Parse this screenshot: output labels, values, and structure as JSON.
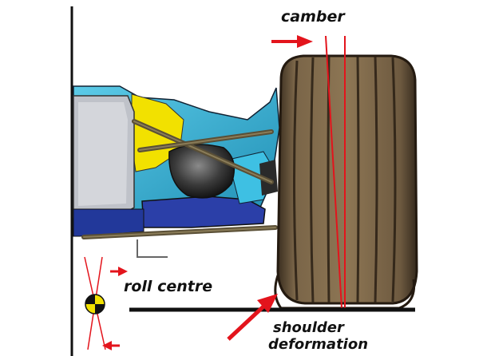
{
  "labels": {
    "camber": "camber",
    "roll_centre": "roll centre",
    "shoulder_line1": "shoulder",
    "shoulder_line2": "deformation"
  },
  "colors": {
    "arrow": "#e3141c",
    "tyre_rubber": "#5c4a34",
    "tyre_dark": "#2f2418",
    "chassis_blue": "#2b3fa8",
    "chassis_cyan": "#2fb3d8",
    "chassis_yellow": "#f2e100",
    "chassis_grey": "#b9bcc4",
    "suspension_arm": "#6b5e3f",
    "ground": "#111111"
  }
}
